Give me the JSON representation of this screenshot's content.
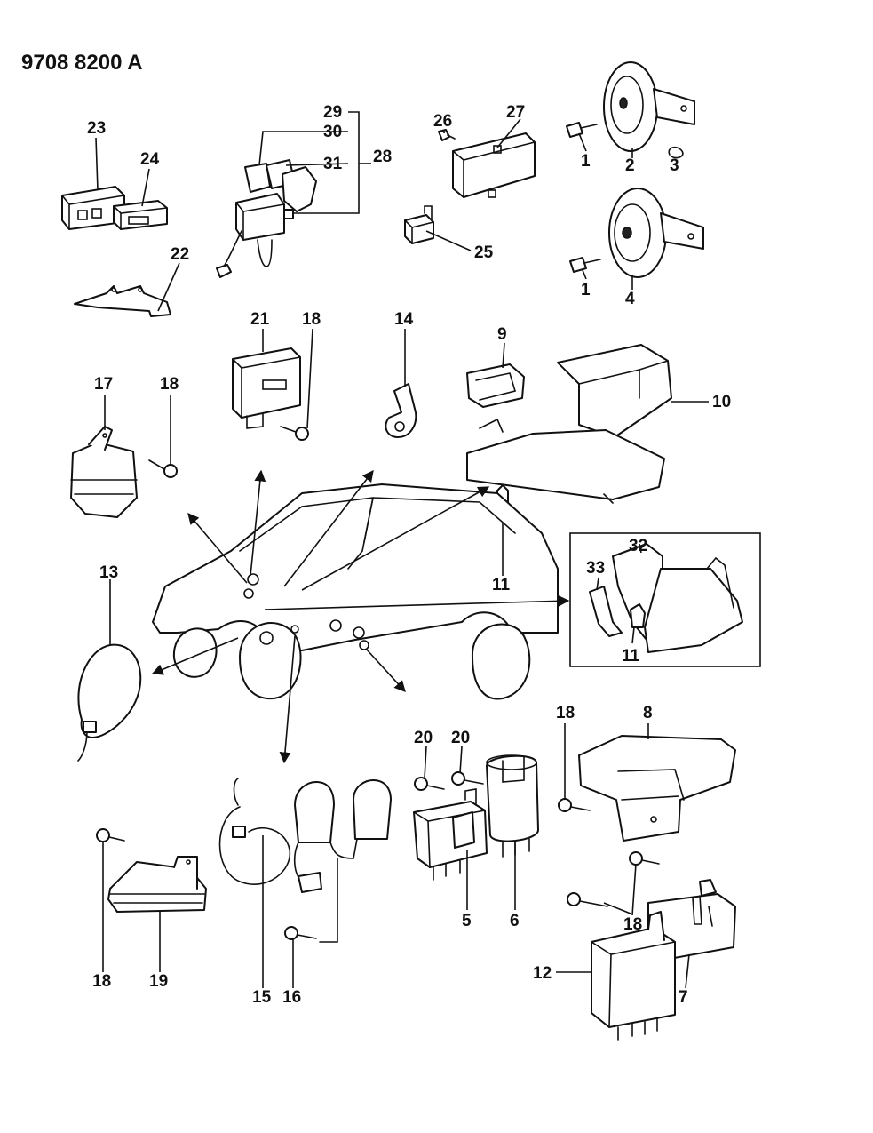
{
  "drawing_code": "9708 8200 A",
  "callouts": {
    "c1": "1",
    "c2": "2",
    "c3": "3",
    "c4": "4",
    "c5": "5",
    "c6": "6",
    "c7": "7",
    "c8": "8",
    "c9": "9",
    "c10": "10",
    "c11": "11",
    "c12": "12",
    "c13": "13",
    "c14": "14",
    "c15": "15",
    "c16": "16",
    "c17": "17",
    "c18": "18",
    "c19": "19",
    "c20": "20",
    "c21": "21",
    "c22": "22",
    "c23": "23",
    "c24": "24",
    "c25": "25",
    "c26": "26",
    "c27": "27",
    "c28": "28",
    "c29": "29",
    "c30": "30",
    "c31": "31",
    "c32": "32",
    "c33": "33"
  }
}
